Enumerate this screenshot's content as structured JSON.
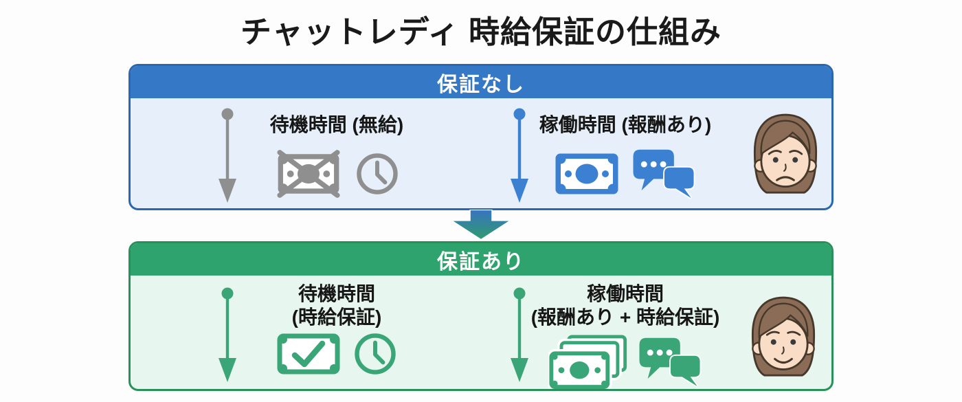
{
  "title": "チャットレディ 時給保証の仕組み",
  "no_guarantee": {
    "header": "保証なし",
    "waiting": {
      "label": "待機時間 (無給)",
      "icons": [
        "money-crossed-icon",
        "clock-icon"
      ]
    },
    "working": {
      "label": "稼働時間 (報酬あり)",
      "icons": [
        "money-icon",
        "chat-icon"
      ]
    },
    "face": "worried-woman-face"
  },
  "guarantee": {
    "header": "保証あり",
    "waiting": {
      "label_line1": "待機時間",
      "label_line2": "(時給保証)",
      "icons": [
        "money-check-icon",
        "clock-icon"
      ]
    },
    "working": {
      "label_line1": "稼働時間",
      "label_line2": "(報酬あり + 時給保証)",
      "icons": [
        "money-stack-icon",
        "chat-icon"
      ]
    },
    "face": "happy-woman-face"
  },
  "colors": {
    "blue_header": "#3579c6",
    "blue_border": "#2b67b0",
    "blue_body": "#e6effa",
    "blue_icon": "#3b80d1",
    "green_header": "#2fa36e",
    "green_border": "#279159",
    "green_body": "#e7f6ee",
    "green_icon": "#3aa677",
    "gray_icon": "#8f8f8f",
    "label_text": "#161616",
    "header_text": "#ffffff",
    "background": "#fdfdfd",
    "skin": "#f9ddc6",
    "hair": "#8b6d57",
    "face_outline": "#46382b",
    "arrow_gradient_top": "#3874c1",
    "arrow_gradient_bottom": "#2f9b6c"
  }
}
